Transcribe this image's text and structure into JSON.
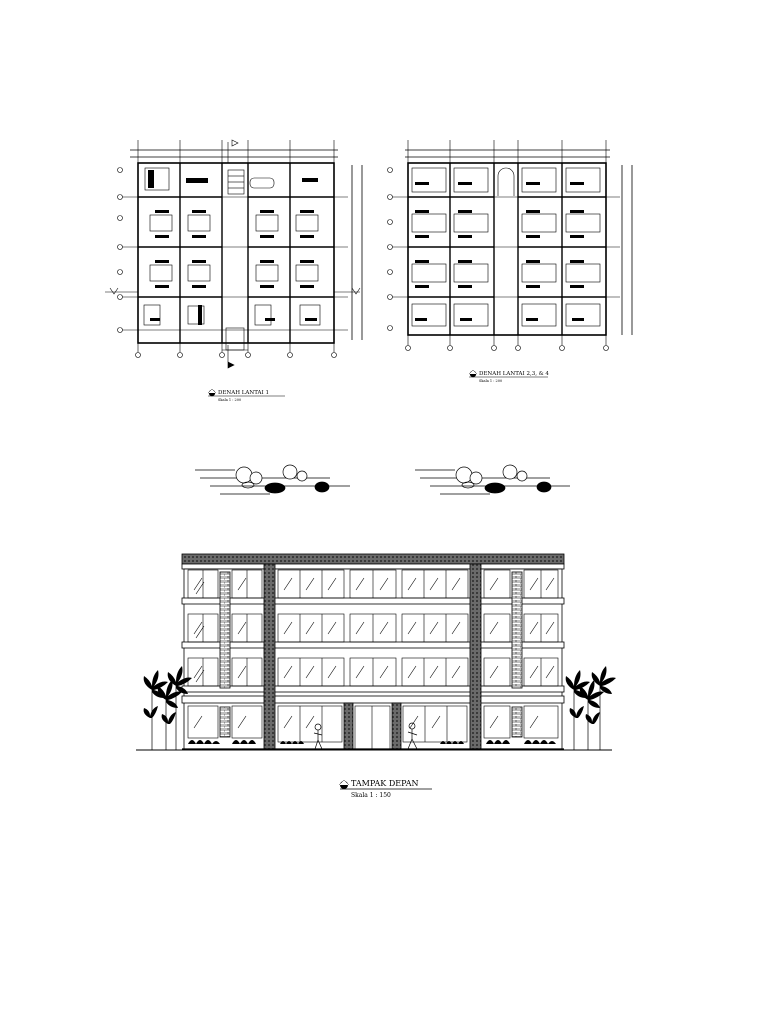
{
  "sheet": {
    "plan_1": {
      "title": "DENAH LANTAI 1",
      "scale": "Skala 1 : 200"
    },
    "plan_2": {
      "title": "DENAH LANTAI 2,3, & 4",
      "scale": "Skala 1 : 200"
    },
    "elevation": {
      "title": "TAMPAK DEPAN",
      "scale": "Skala 1 : 150"
    }
  },
  "colors": {
    "line": "#000000",
    "stone": "#555555",
    "background": "#ffffff"
  }
}
